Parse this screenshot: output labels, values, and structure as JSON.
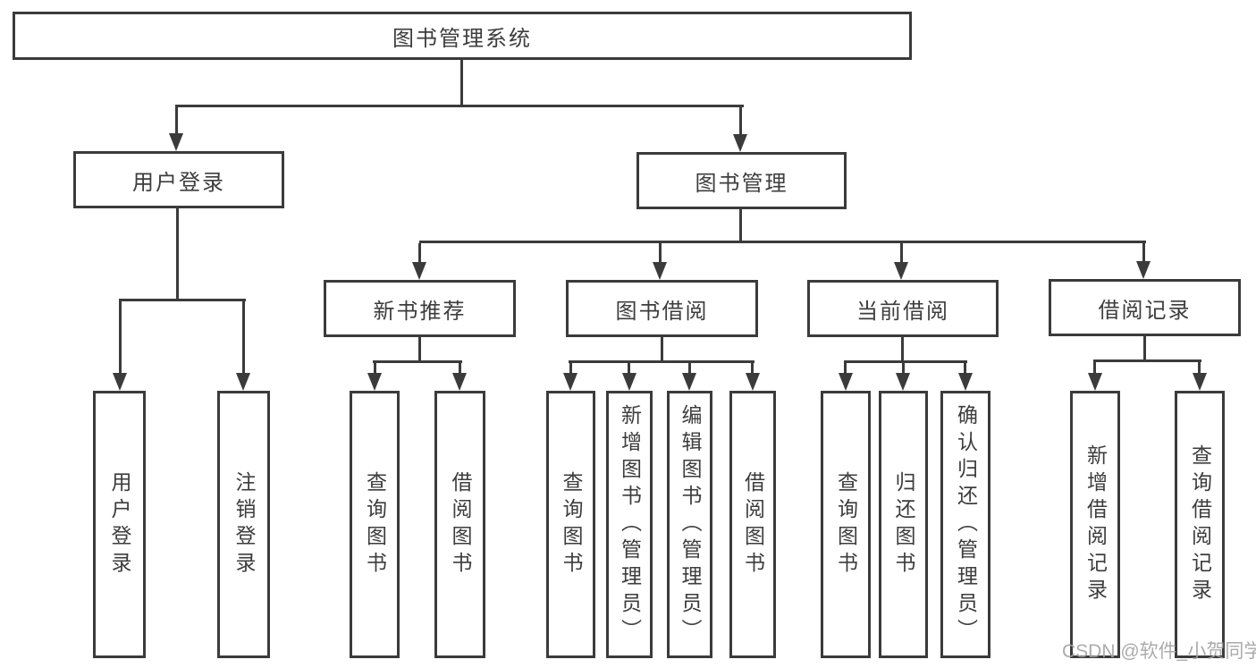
{
  "tree": {
    "root": {
      "label": "图书管理系统"
    },
    "branches": [
      {
        "label": "用户登录",
        "leaves": [
          {
            "label": "用户登录"
          },
          {
            "label": "注销登录"
          }
        ]
      },
      {
        "label": "图书管理",
        "groups": [
          {
            "label": "新书推荐",
            "leaves": [
              {
                "label": "查询图书"
              },
              {
                "label": "借阅图书"
              }
            ]
          },
          {
            "label": "图书借阅",
            "leaves": [
              {
                "label": "查询图书"
              },
              {
                "label": "新增图书（管理员）"
              },
              {
                "label": "编辑图书（管理员）"
              },
              {
                "label": "借阅图书"
              }
            ]
          },
          {
            "label": "当前借阅",
            "leaves": [
              {
                "label": "查询图书"
              },
              {
                "label": "归还图书"
              },
              {
                "label": "确认归还（管理员）"
              }
            ]
          },
          {
            "label": "借阅记录",
            "leaves": [
              {
                "label": "新增借阅记录"
              },
              {
                "label": "查询借阅记录"
              }
            ]
          }
        ]
      }
    ]
  },
  "watermark": {
    "text": "CSDN @软件_小贺同学"
  },
  "colors": {
    "line": "#3b3b3b",
    "text": "#3d3d3d",
    "watermark": "#a3a3a3",
    "background": "#ffffff"
  }
}
